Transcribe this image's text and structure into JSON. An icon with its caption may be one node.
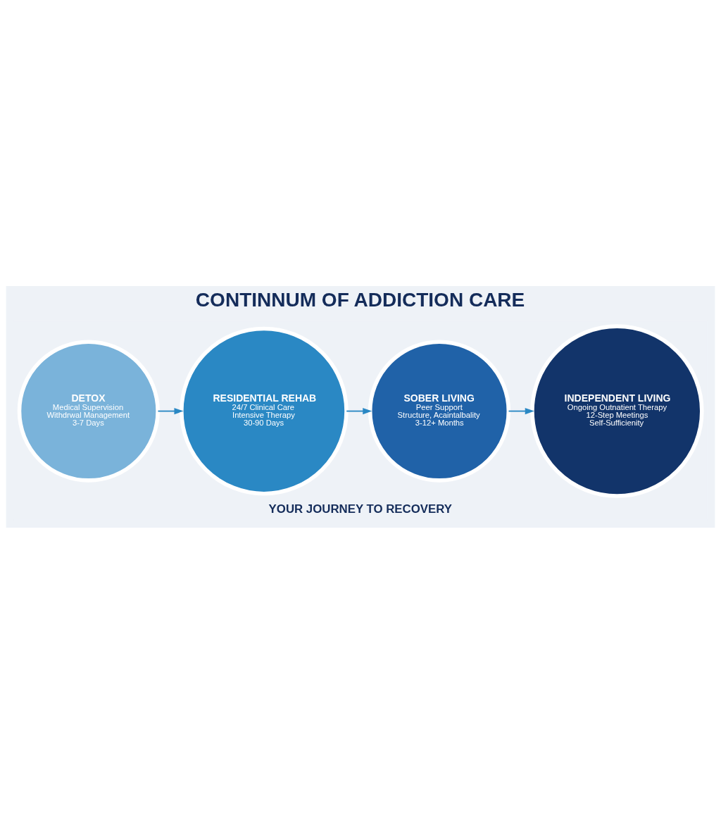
{
  "diagram": {
    "title": "CONTINNUM OF ADDICTION CARE",
    "caption": "YOUR JOURNEY TO RECOVERY",
    "nodes": [
      {
        "text": [
          "DETOX",
          "Medical Supervision",
          "Withdrwal Management",
          "3-7 Days"
        ]
      },
      {
        "text": [
          "RESIDENTIAL REHAB",
          "24/7 Clinical Care",
          "Intensive Therapy",
          "30-90 Days"
        ]
      },
      {
        "text": [
          "SOBER LIVING",
          "Peer Support",
          "Structure, Acaintalbality",
          "3-12+ Months"
        ]
      },
      {
        "text": [
          "INDEPENDENT LIVING",
          "Ongoing Outnatient Therapy",
          "12-Step Meetings",
          "Self-Sufficienity"
        ]
      }
    ],
    "edges": [
      {
        "from": 0,
        "to": 1,
        "arrow": "to"
      },
      {
        "from": 1,
        "to": 2,
        "arrow": "to"
      },
      {
        "from": 2,
        "to": 3,
        "arrow": "to"
      }
    ]
  }
}
